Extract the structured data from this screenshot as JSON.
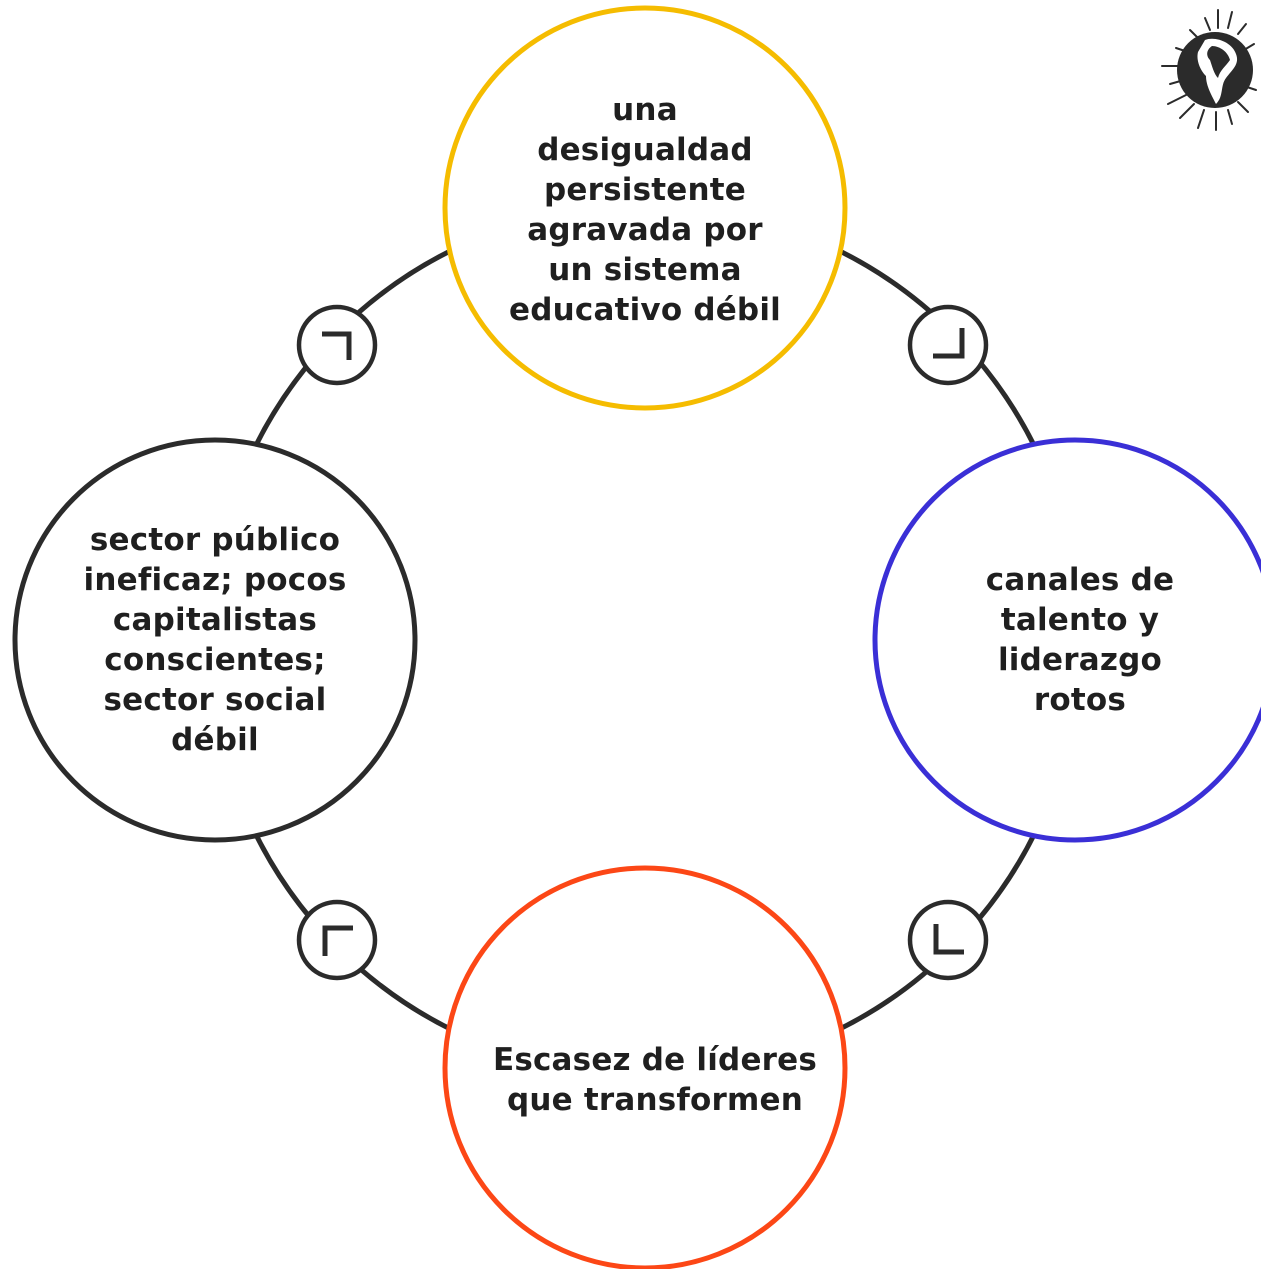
{
  "diagram": {
    "nodes": [
      {
        "id": "top",
        "label": "una\ndesigualdad\npersistente\nagravada por\nun sistema\neducativo débil",
        "color": "#F5BC00"
      },
      {
        "id": "right",
        "label": "canales de\ntalento y\nliderazgo\nrotos",
        "color": "#3A2FD6"
      },
      {
        "id": "bottom",
        "label": "Escasez de líderes\nque transformen",
        "color": "#FC4716"
      },
      {
        "id": "left",
        "label": "sector público\nineficaz; pocos\ncapitalistas\nconscientes;\nsector social\ndébil",
        "color": "#2B2B2B"
      }
    ],
    "connectors": [
      {
        "id": "top-right",
        "icon": "corner-bottom-right-icon"
      },
      {
        "id": "right-bottom",
        "icon": "corner-bottom-left-icon"
      },
      {
        "id": "bottom-left",
        "icon": "corner-top-left-icon"
      },
      {
        "id": "left-top",
        "icon": "corner-top-right-icon"
      }
    ],
    "ring_color": "#2B2B2B",
    "logo": {
      "icon": "globe-americas-sunburst-icon",
      "color": "#2B2B2B"
    }
  }
}
